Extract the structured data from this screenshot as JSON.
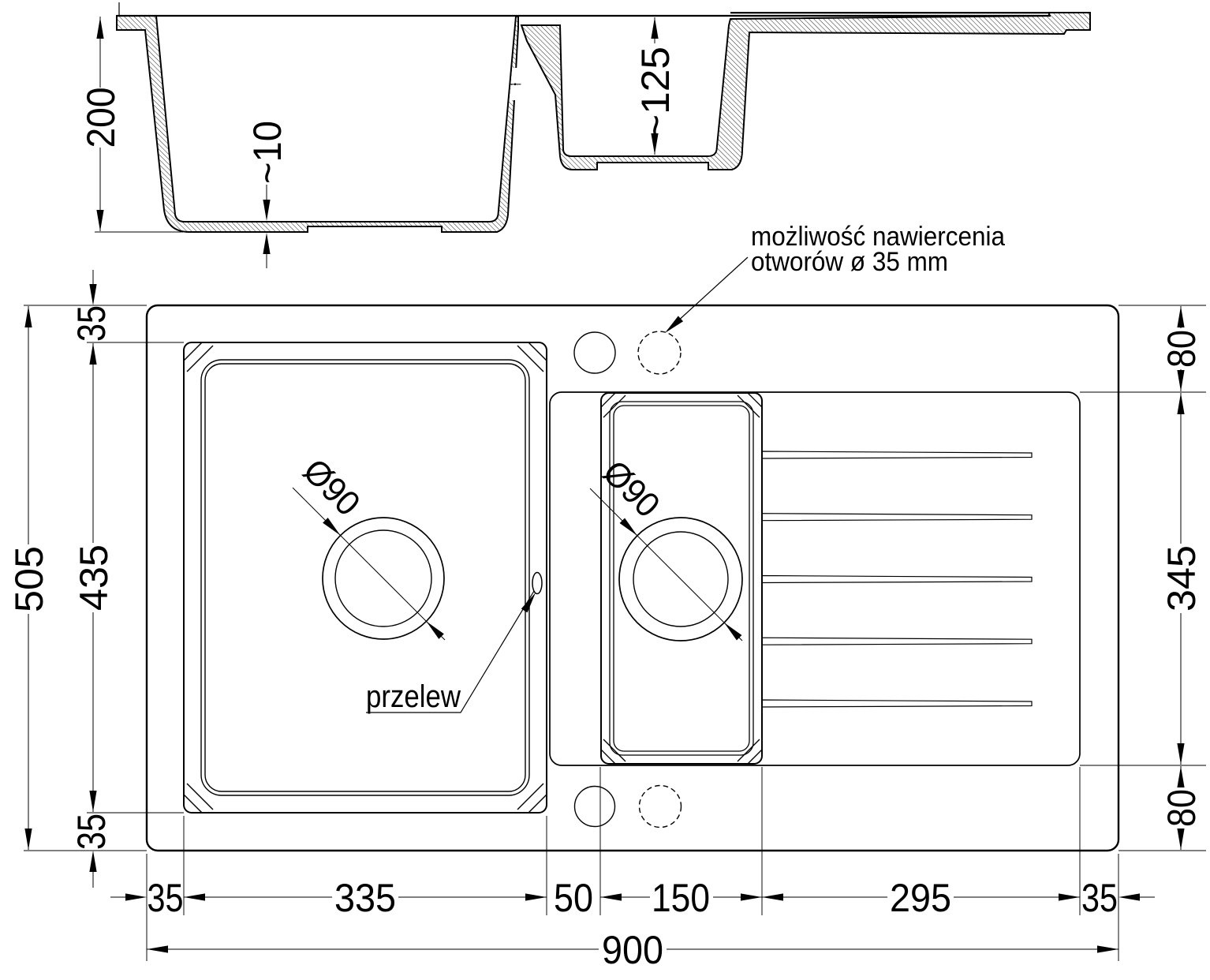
{
  "cross_section": {
    "depth_main": "200",
    "bottom_thickness": "~10",
    "depth_small": "~125"
  },
  "plan": {
    "left": {
      "overall": "505",
      "basin_height": "435",
      "margin_top": "35",
      "margin_bottom": "35"
    },
    "right": {
      "margin_top": "80",
      "drainer_height": "345",
      "margin_bottom": "80"
    },
    "bottom": {
      "margin_left": "35",
      "basin_width": "335",
      "gap": "50",
      "small_basin_width": "150",
      "drainer_width": "295",
      "margin_right": "35",
      "overall": "900"
    },
    "main_drain_diameter": "Ø90",
    "small_drain_diameter": "Ø90",
    "overflow_label": "przelew",
    "note_line1": "możliwość nawiercenia",
    "note_line2": "otworów ø 35 mm"
  }
}
